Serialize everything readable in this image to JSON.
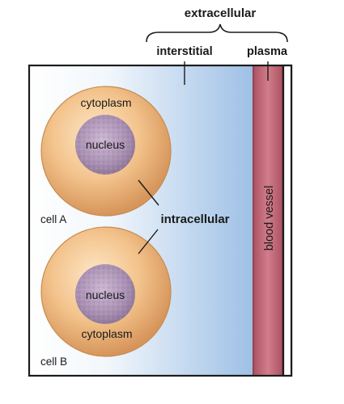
{
  "labels": {
    "extracellular": "extracellular",
    "interstitial": "interstitial",
    "plasma": "plasma",
    "cytoplasm_a": "cytoplasm",
    "nucleus_a": "nucleus",
    "cell_a": "cell A",
    "intracellular": "intracellular",
    "nucleus_b": "nucleus",
    "cytoplasm_b": "cytoplasm",
    "cell_b": "cell B",
    "blood_vessel": "blood vessel"
  },
  "colors": {
    "frame": "#1c1c1c",
    "interstitial_light": "#ffffff",
    "interstitial_dark": "#9ec0e6",
    "vessel": "#c8707e",
    "vessel_edge": "#8e3d4b",
    "cytoplasm_light": "#fde8c8",
    "cytoplasm_mid": "#f0b87a",
    "cytoplasm_edge": "#c98a4e",
    "nucleus_light": "#c9b3cf",
    "nucleus_dark": "#8c7597"
  }
}
